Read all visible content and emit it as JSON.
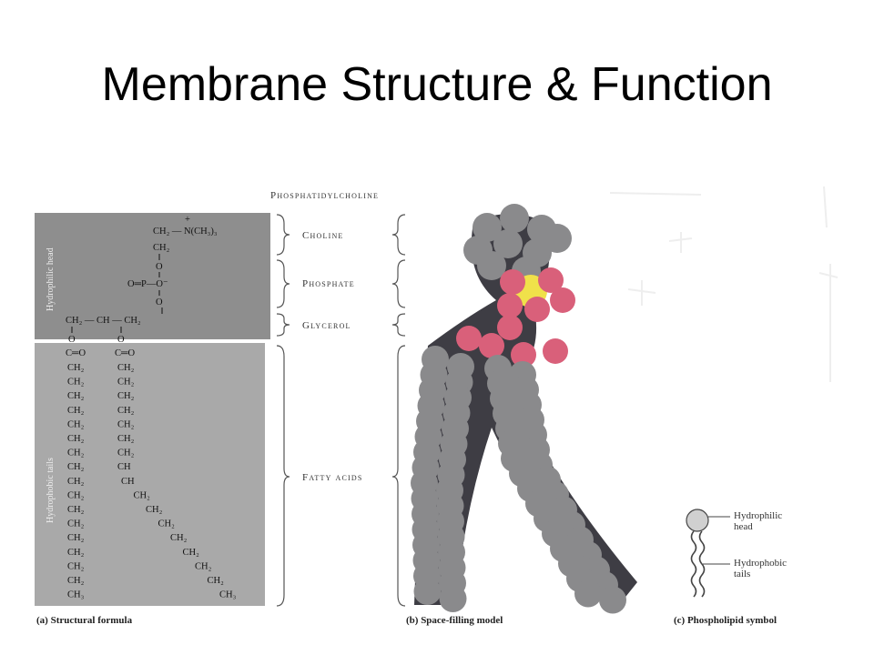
{
  "slide": {
    "title": "Membrane Structure & Function"
  },
  "figure": {
    "top_label": "Phosphatidylcholine",
    "groups": [
      "Choline",
      "Phosphate",
      "Glycerol",
      "Fatty acids"
    ],
    "side_labels": {
      "head": "Hydrophilic head",
      "tails": "Hydrophobic tails"
    },
    "formula": {
      "choline_line1": "CH₂ — N(CH₃)₃",
      "choline_plus": "+",
      "choline_line2": "CH₂",
      "phosphate_o_top": "O",
      "phosphate_main": "O═P—O⁻",
      "phosphate_o_bottom": "O",
      "glycerol": "CH₂ — CH — CH₂",
      "ester_o": [
        "O",
        "O"
      ],
      "carbonyl": [
        "C═O",
        "C═O"
      ],
      "left_tail": [
        "CH₂",
        "CH₂",
        "CH₂",
        "CH₂",
        "CH₂",
        "CH₂",
        "CH₂",
        "CH₂",
        "CH₂",
        "CH₂",
        "CH₂",
        "CH₂",
        "CH₂",
        "CH₂",
        "CH₂",
        "CH₂",
        "CH₃"
      ],
      "right_tail": [
        "CH₂",
        "CH₂",
        "CH₂",
        "CH₂",
        "CH₂",
        "CH₂",
        "CH₂",
        "CH",
        "CH",
        "CH₂",
        "CH₂",
        "CH₂",
        "CH₂",
        "CH₂",
        "CH₂",
        "CH₂",
        "CH₃"
      ]
    },
    "symbol_labels": {
      "head": [
        "Hydrophilic",
        "head"
      ],
      "tails": [
        "Hydrophobic",
        "tails"
      ]
    },
    "captions": [
      "(a) Structural formula",
      "(b) Space-filling model",
      "(c) Phospholipid symbol"
    ],
    "colors": {
      "panel_dark": "#8e8e8e",
      "panel_light": "#a9a9a9",
      "atom_gray": "#8a8a8c",
      "atom_dark": "#3e3d44",
      "oxygen": "#d9607a",
      "phosphorus": "#f0e14a"
    }
  }
}
